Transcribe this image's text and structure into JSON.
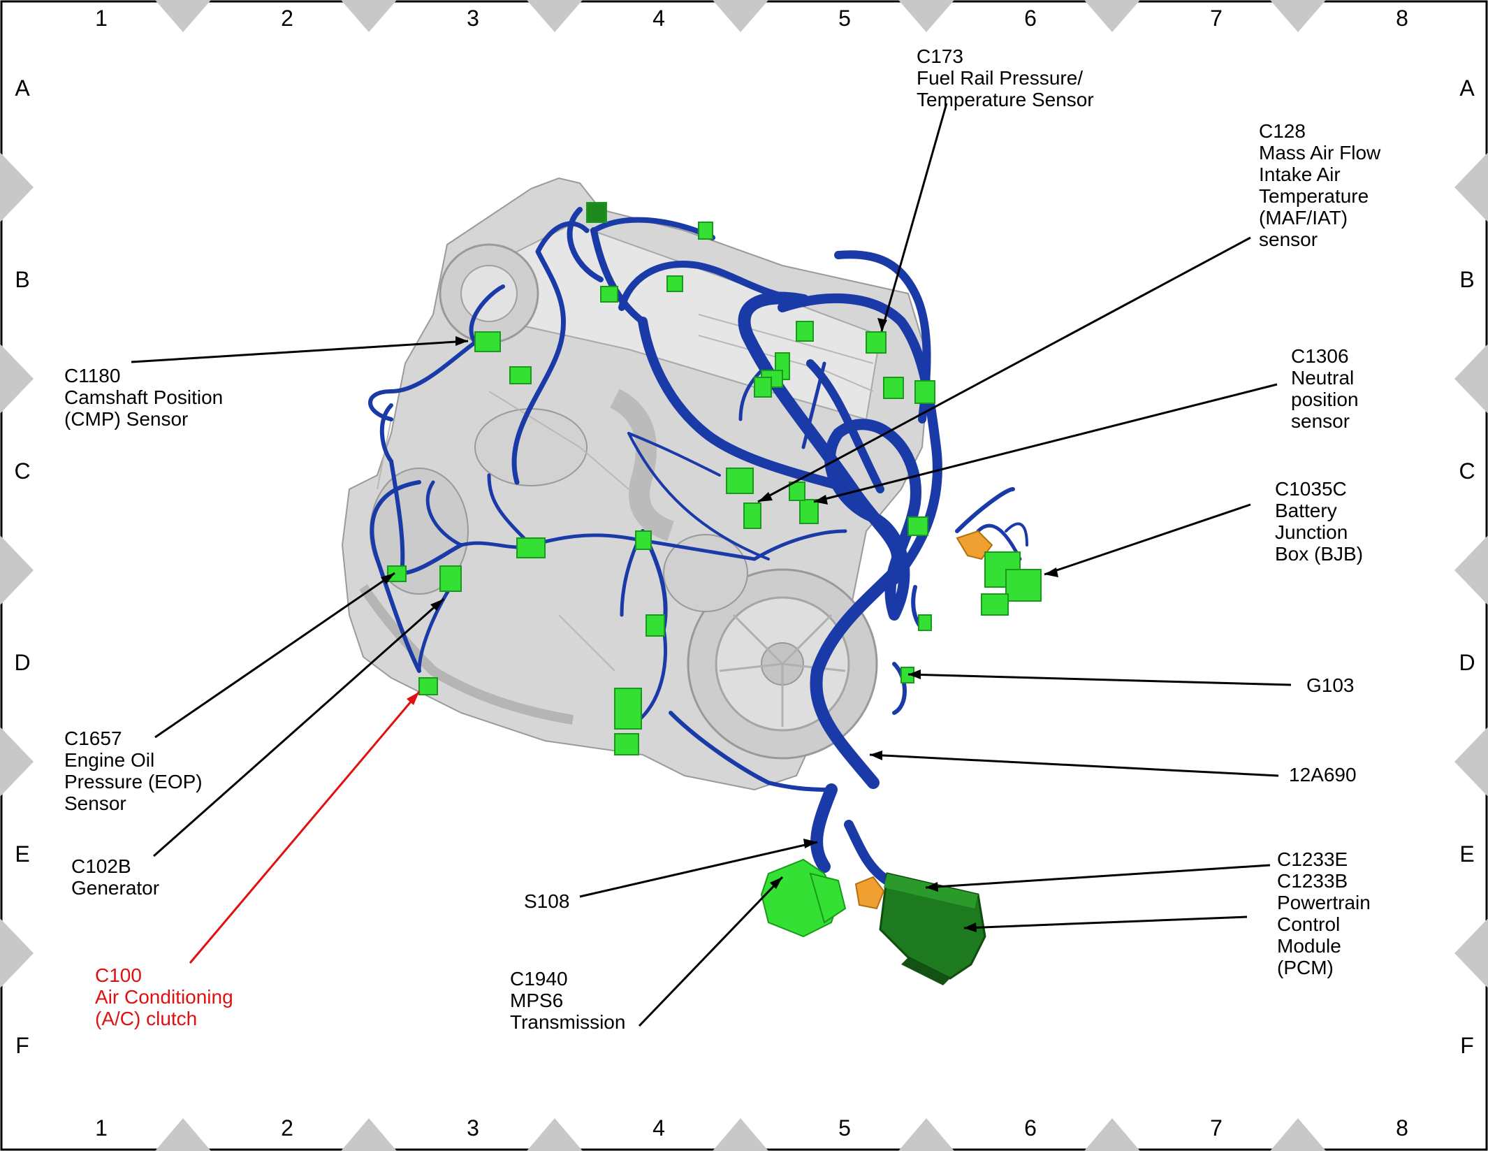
{
  "grid": {
    "columns": [
      "1",
      "2",
      "3",
      "4",
      "5",
      "6",
      "7",
      "8"
    ],
    "rows": [
      "A",
      "B",
      "C",
      "D",
      "E",
      "F"
    ]
  },
  "colors": {
    "harness": "#1a3aa8",
    "connector": "#33e033",
    "module": "#1e7a1e",
    "junction": "#f0a030",
    "engine": "#d8d8d8",
    "marker": "#c8c8c8",
    "highlight": "#e01010"
  },
  "callouts": [
    {
      "id": "c173",
      "text": "C173\nFuel Rail Pressure/\nTemperature Sensor",
      "highlight": false
    },
    {
      "id": "c128",
      "text": "C128\nMass Air Flow\nIntake Air\nTemperature\n(MAF/IAT)\nsensor",
      "highlight": false
    },
    {
      "id": "c1180",
      "text": "C1180\nCamshaft Position\n(CMP) Sensor",
      "highlight": false
    },
    {
      "id": "c1306",
      "text": "C1306\nNeutral\nposition\nsensor",
      "highlight": false
    },
    {
      "id": "c1035c",
      "text": "C1035C\nBattery\nJunction\nBox (BJB)",
      "highlight": false
    },
    {
      "id": "g103",
      "text": "G103",
      "highlight": false
    },
    {
      "id": "h12a690",
      "text": "12A690",
      "highlight": false
    },
    {
      "id": "c1657",
      "text": "C1657\nEngine Oil\nPressure (EOP)\nSensor",
      "highlight": false
    },
    {
      "id": "c102b",
      "text": "C102B\nGenerator",
      "highlight": false
    },
    {
      "id": "s108",
      "text": "S108",
      "highlight": false
    },
    {
      "id": "c1233",
      "text": "C1233E\nC1233B\nPowertrain\nControl\nModule\n(PCM)",
      "highlight": false
    },
    {
      "id": "c1940",
      "text": "C1940\nMPS6\nTransmission",
      "highlight": false
    },
    {
      "id": "c100",
      "text": "C100\nAir Conditioning\n(A/C) clutch",
      "highlight": true
    }
  ]
}
